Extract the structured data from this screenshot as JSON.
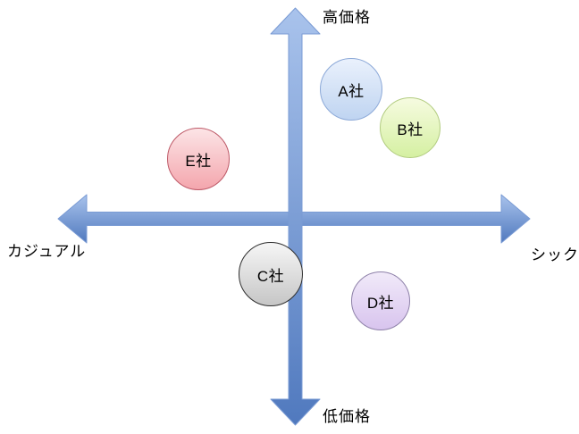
{
  "diagram": {
    "title": "positioning-map",
    "axis": {
      "top_label": "高価格",
      "bottom_label": "低価格",
      "left_label": "カジュアル",
      "right_label": "シック",
      "arrow_gradient_light": "#A9C3EC",
      "arrow_gradient_dark": "#5079BE",
      "arrow_outline": "#7A9BD4"
    },
    "circles": [
      {
        "label": "A社",
        "fill_top": "#EAF1FC",
        "fill_bottom": "#BFD4F1",
        "border": "#8CA9D8"
      },
      {
        "label": "B社",
        "fill_top": "#F6FBE0",
        "fill_bottom": "#D5F0A2",
        "border": "#B2CC80"
      },
      {
        "label": "E社",
        "fill_top": "#FCE4E6",
        "fill_bottom": "#F4A6AD",
        "border": "#BE5A68"
      },
      {
        "label": "C社",
        "fill_top": "#F6F6F6",
        "fill_bottom": "#C6C6C6",
        "border": "#2E2E2E"
      },
      {
        "label": "D社",
        "fill_top": "#F1EAF9",
        "fill_bottom": "#D8C4EE",
        "border": "#8E81A9"
      }
    ]
  }
}
